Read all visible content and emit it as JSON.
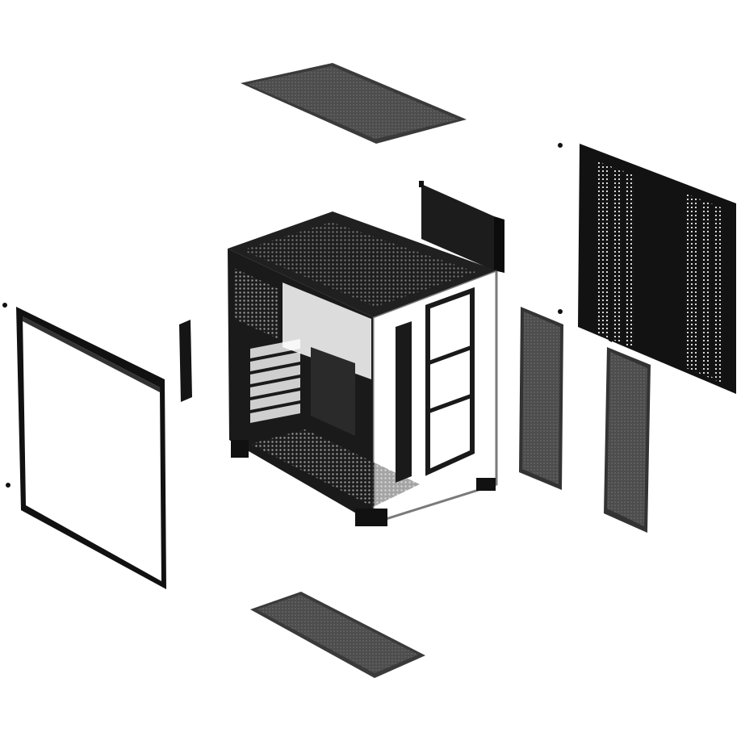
{
  "colors": {
    "background": "#ffffff",
    "case_black": "#1a1a1a",
    "panel_black": "#121212",
    "filter_gray": "#4a4a4a",
    "glass": "#ffffff"
  },
  "parts": [
    {
      "id": "top-dust-filter"
    },
    {
      "id": "gpu-bracket"
    },
    {
      "id": "right-side-panel"
    },
    {
      "id": "left-glass-panel"
    },
    {
      "id": "small-bracket"
    },
    {
      "id": "chassis"
    },
    {
      "id": "side-filter-front"
    },
    {
      "id": "side-filter-rear"
    },
    {
      "id": "bottom-dust-filter"
    }
  ]
}
